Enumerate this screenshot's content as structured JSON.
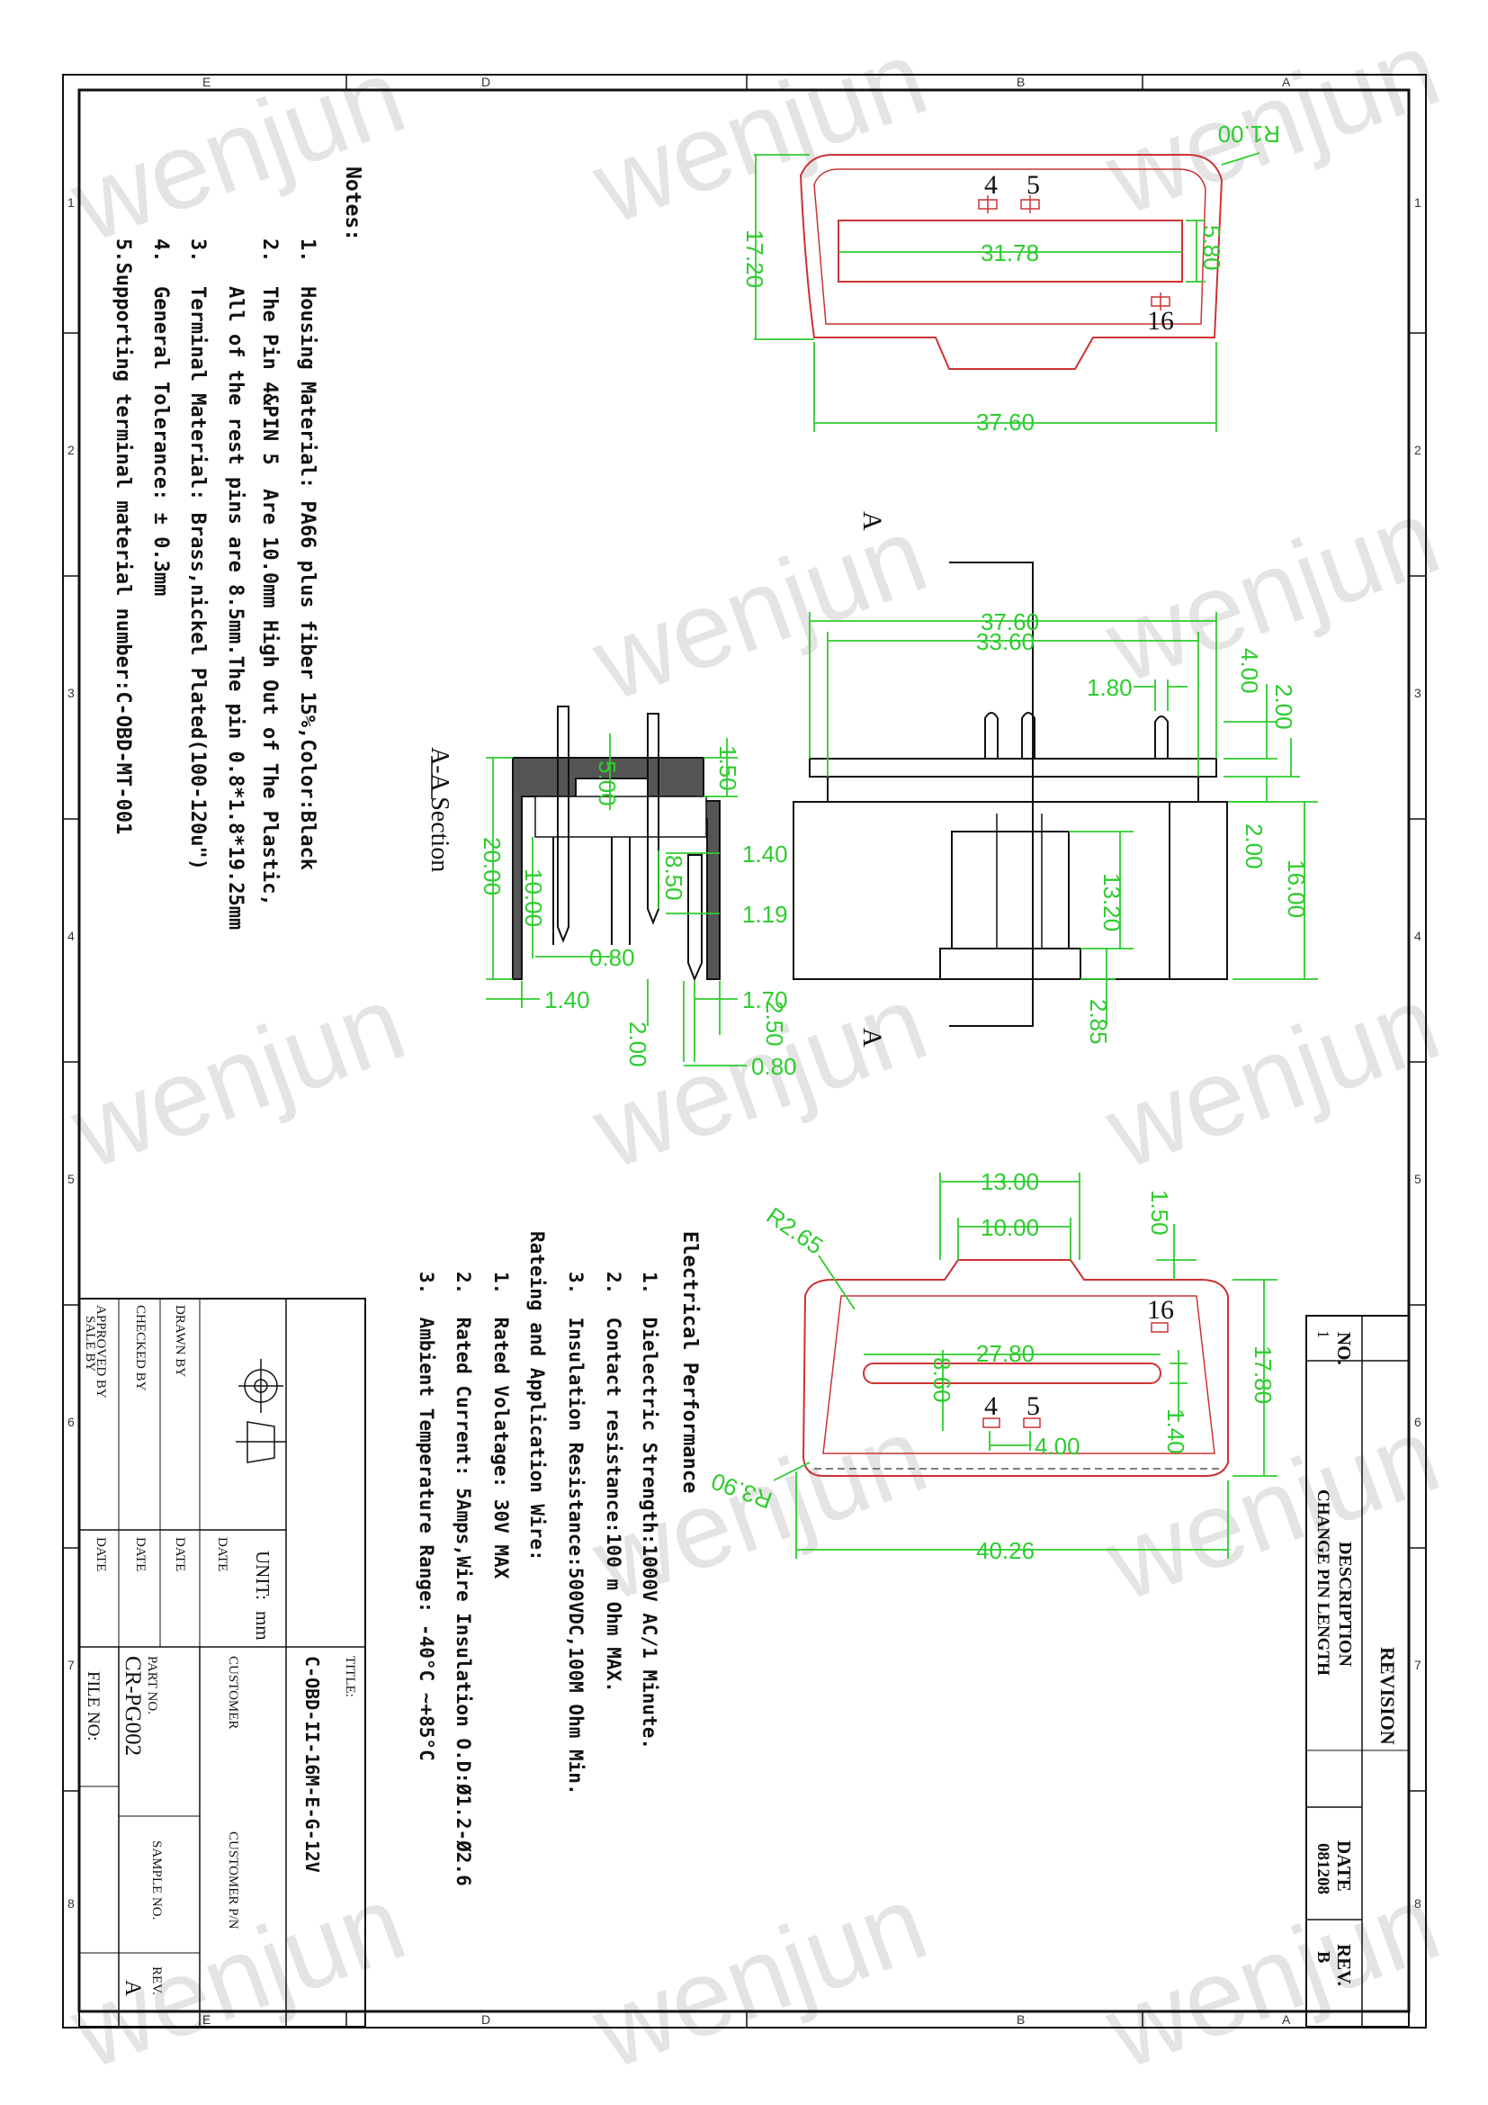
{
  "notes": {
    "heading": "Notes:",
    "items": [
      "1.  Housing Material: PA66 plus fiber 15%,Color:Black",
      "2.  The Pin 4&PIN 5  Are 10.0mm High Out of The Plastic,",
      "    All of the rest pins are 8.5mm.The pin 0.8*1.8*19.25mm",
      "3.  Terminal Material: Brass,nickel Plated(100-120u\")",
      "4.  General Tolerance: ± 0.3mm",
      "5.Supporting terminal material number:C-OBD-MT-001"
    ]
  },
  "electrical": {
    "heading": "Electrical Performance",
    "items": [
      "1.  Dielectric Strength:1000V AC/1 Minute.",
      "2.  Contact resistance:100 m Ohm MAX.",
      "3.  Insulation Resistance:500VDC,100M Ohm Min."
    ],
    "rating_heading": "Rateing and Application Wire:",
    "rating_items": [
      "1.  Rated Volatage: 30V MAX",
      "2.  Rated Current: 5Amps,Wire Insulation O.D:Ø1.2-Ø2.6",
      "3.  Ambient Temperature Range: -40°C ~+85°C"
    ]
  },
  "revision": {
    "title": "REVISION",
    "col_no": "NO.",
    "col_desc": "DESCRIPTION",
    "col_date": "DATE",
    "col_rev": "REV.",
    "row_no": "1",
    "row_desc": "CHANGE PIN LENGTH",
    "row_date": "081208",
    "row_rev": "B"
  },
  "title_block": {
    "unit_label": "UNIT:",
    "unit_value": "mm",
    "drawn_by": "DRAWN  BY",
    "checked_by": "CHECKED  BY",
    "approved_by": "APPROVED  BY",
    "sale_by": "SALE  BY",
    "date1": "DATE",
    "date2": "DATE",
    "date3": "DATE",
    "date4": "DATE",
    "title_label": "TITLE:",
    "title_value": "C-OBD-II-16M-E-G-12V",
    "customer": "CUSTOMER",
    "customer_pn": "CUSTOMER P/N",
    "part_no_label": "PART NO.",
    "part_no_value": "CR-PG002",
    "sample_no": "SAMPLE NO.",
    "rev_label": "REV.",
    "rev_value": "A",
    "file_no": "FILE NO:"
  },
  "views": {
    "top": {
      "pin_labels": [
        "4",
        "5",
        "16"
      ],
      "dims": [
        "R1.00",
        "17.20",
        "31.78",
        "5.80",
        "37.60"
      ]
    },
    "side": {
      "dims": [
        "37.60",
        "33.60",
        "1.80",
        "4.00",
        "2.00",
        "2.00",
        "16.00",
        "13.20",
        "2.85"
      ],
      "cut_marks": [
        "A",
        "A"
      ]
    },
    "section": {
      "label": "A-A  Section",
      "dims": [
        "1.50",
        "5.00",
        "1.40",
        "8.50",
        "1.19",
        "20.00",
        "10.00",
        "0.80",
        "1.40",
        "2.00",
        "1.70",
        "2.50",
        "0.80"
      ]
    },
    "bottom": {
      "pin_labels": [
        "16",
        "4",
        "5"
      ],
      "dims": [
        "13.00",
        "10.00",
        "1.50",
        "R2.65",
        "17.80",
        "27.80",
        "8.60",
        "1.40",
        "4.00",
        "R3.90",
        "40.26"
      ]
    }
  },
  "grid": {
    "numbers": [
      "1",
      "2",
      "3",
      "4",
      "5",
      "6",
      "7",
      "8"
    ],
    "letters": [
      "E",
      "D",
      "B",
      "A"
    ]
  },
  "watermark": "wenjun",
  "colors": {
    "dimension": "#2ecc2e",
    "outline": "#cc3333",
    "ink": "#111111"
  }
}
